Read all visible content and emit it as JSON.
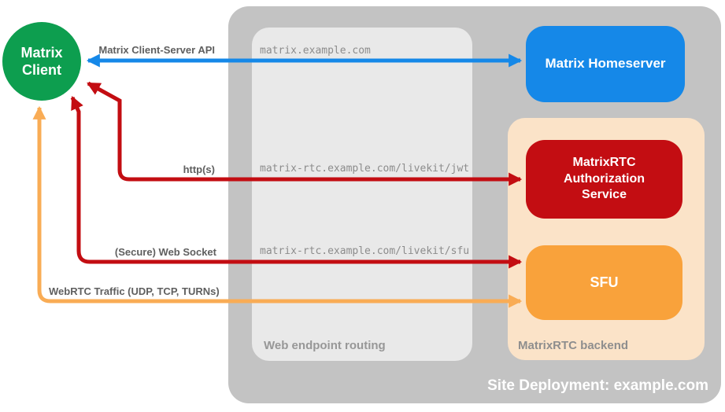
{
  "diagram_title": "Site Deployment: example.com",
  "nodes": {
    "matrix_client": {
      "label": "Matrix Client",
      "color": "#0D9E4F"
    },
    "matrix_homeserver": {
      "label": "Matrix Homeserver",
      "color": "#1588E8"
    },
    "auth_service": {
      "label": "MatrixRTC Authorization Service",
      "color": "#C30D12"
    },
    "sfu": {
      "label": "SFU",
      "color": "#F9A23B"
    }
  },
  "containers": {
    "site_deployment": {
      "label": "Site Deployment: example.com",
      "color": "#C3C3C3"
    },
    "web_endpoint_routing": {
      "label": "Web endpoint routing",
      "color": "#E9E9E9"
    },
    "matrixrtc_backend": {
      "label": "MatrixRTC backend",
      "color": "#FBE3C8"
    }
  },
  "edges": {
    "api": {
      "label": "Matrix Client-Server API",
      "endpoint": "matrix.example.com",
      "color": "#1588E8"
    },
    "jwt": {
      "label": "http(s)",
      "endpoint": "matrix-rtc.example.com/livekit/jwt",
      "color": "#C30D12"
    },
    "sfu_ws": {
      "label": "(Secure) Web Socket",
      "endpoint": "matrix-rtc.example.com/livekit/sfu",
      "color": "#C30D12"
    },
    "webrtc": {
      "label": "WebRTC Traffic (UDP, TCP, TURNs)",
      "color": "#F9AC55"
    }
  }
}
